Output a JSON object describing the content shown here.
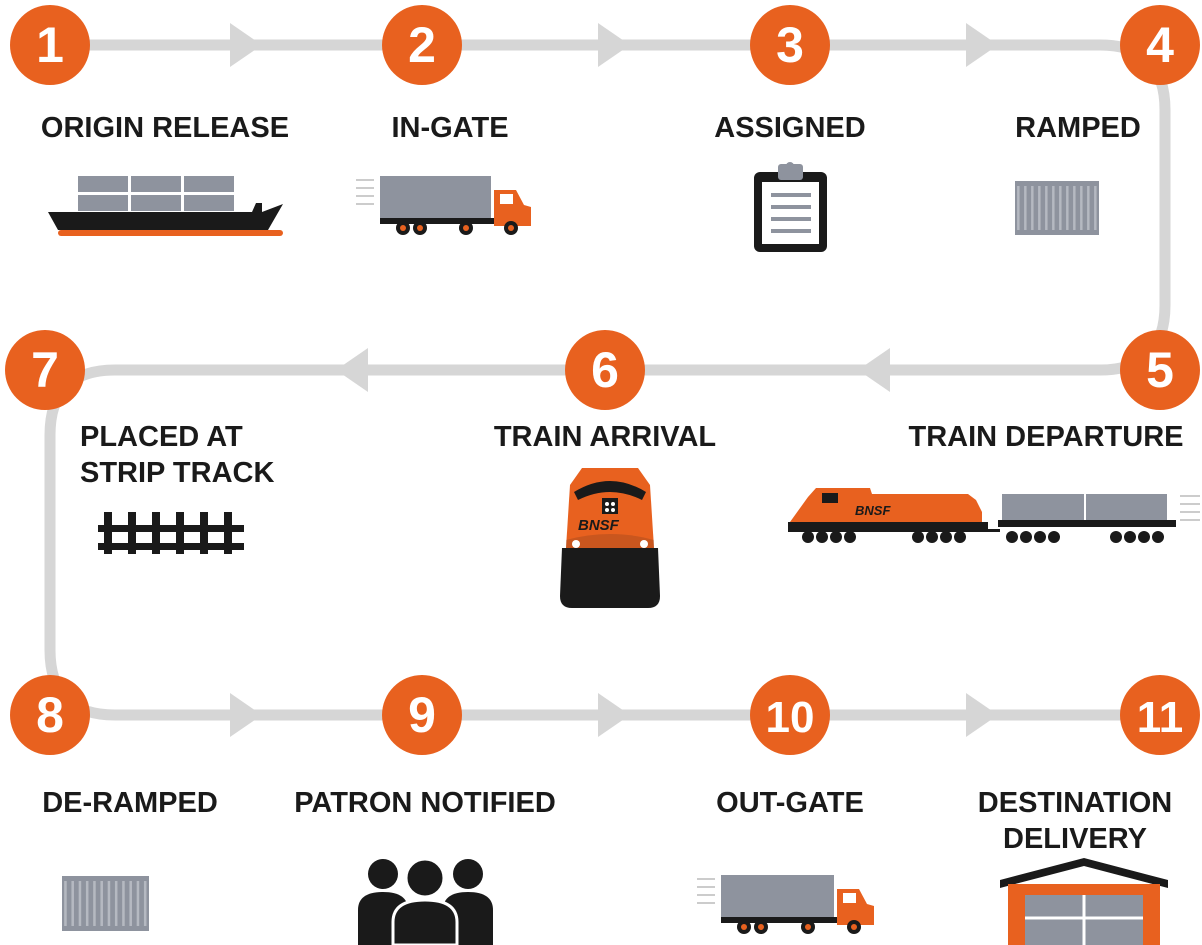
{
  "colors": {
    "accent": "#E8611F",
    "path": "#D6D6D6",
    "dark": "#1A1A1A",
    "steel": "#8E939E"
  },
  "steps": [
    {
      "num": "1",
      "label": [
        "ORIGIN RELEASE"
      ],
      "icon": "ship-icon"
    },
    {
      "num": "2",
      "label": [
        "IN-GATE"
      ],
      "icon": "truck-icon"
    },
    {
      "num": "3",
      "label": [
        "ASSIGNED"
      ],
      "icon": "clipboard-icon"
    },
    {
      "num": "4",
      "label": [
        "RAMPED"
      ],
      "icon": "container-icon"
    },
    {
      "num": "5",
      "label": [
        "TRAIN DEPARTURE"
      ],
      "icon": "train-side-icon"
    },
    {
      "num": "6",
      "label": [
        "TRAIN ARRIVAL"
      ],
      "icon": "locomotive-front-icon"
    },
    {
      "num": "7",
      "label": [
        "PLACED AT",
        "STRIP TRACK"
      ],
      "icon": "rail-track-icon"
    },
    {
      "num": "8",
      "label": [
        "DE-RAMPED"
      ],
      "icon": "container-icon"
    },
    {
      "num": "9",
      "label": [
        "PATRON NOTIFIED"
      ],
      "icon": "people-icon"
    },
    {
      "num": "10",
      "label": [
        "OUT-GATE"
      ],
      "icon": "truck-icon"
    },
    {
      "num": "11",
      "label": [
        "DESTINATION",
        "DELIVERY"
      ],
      "icon": "warehouse-icon"
    }
  ],
  "logo_text": "BNSF"
}
